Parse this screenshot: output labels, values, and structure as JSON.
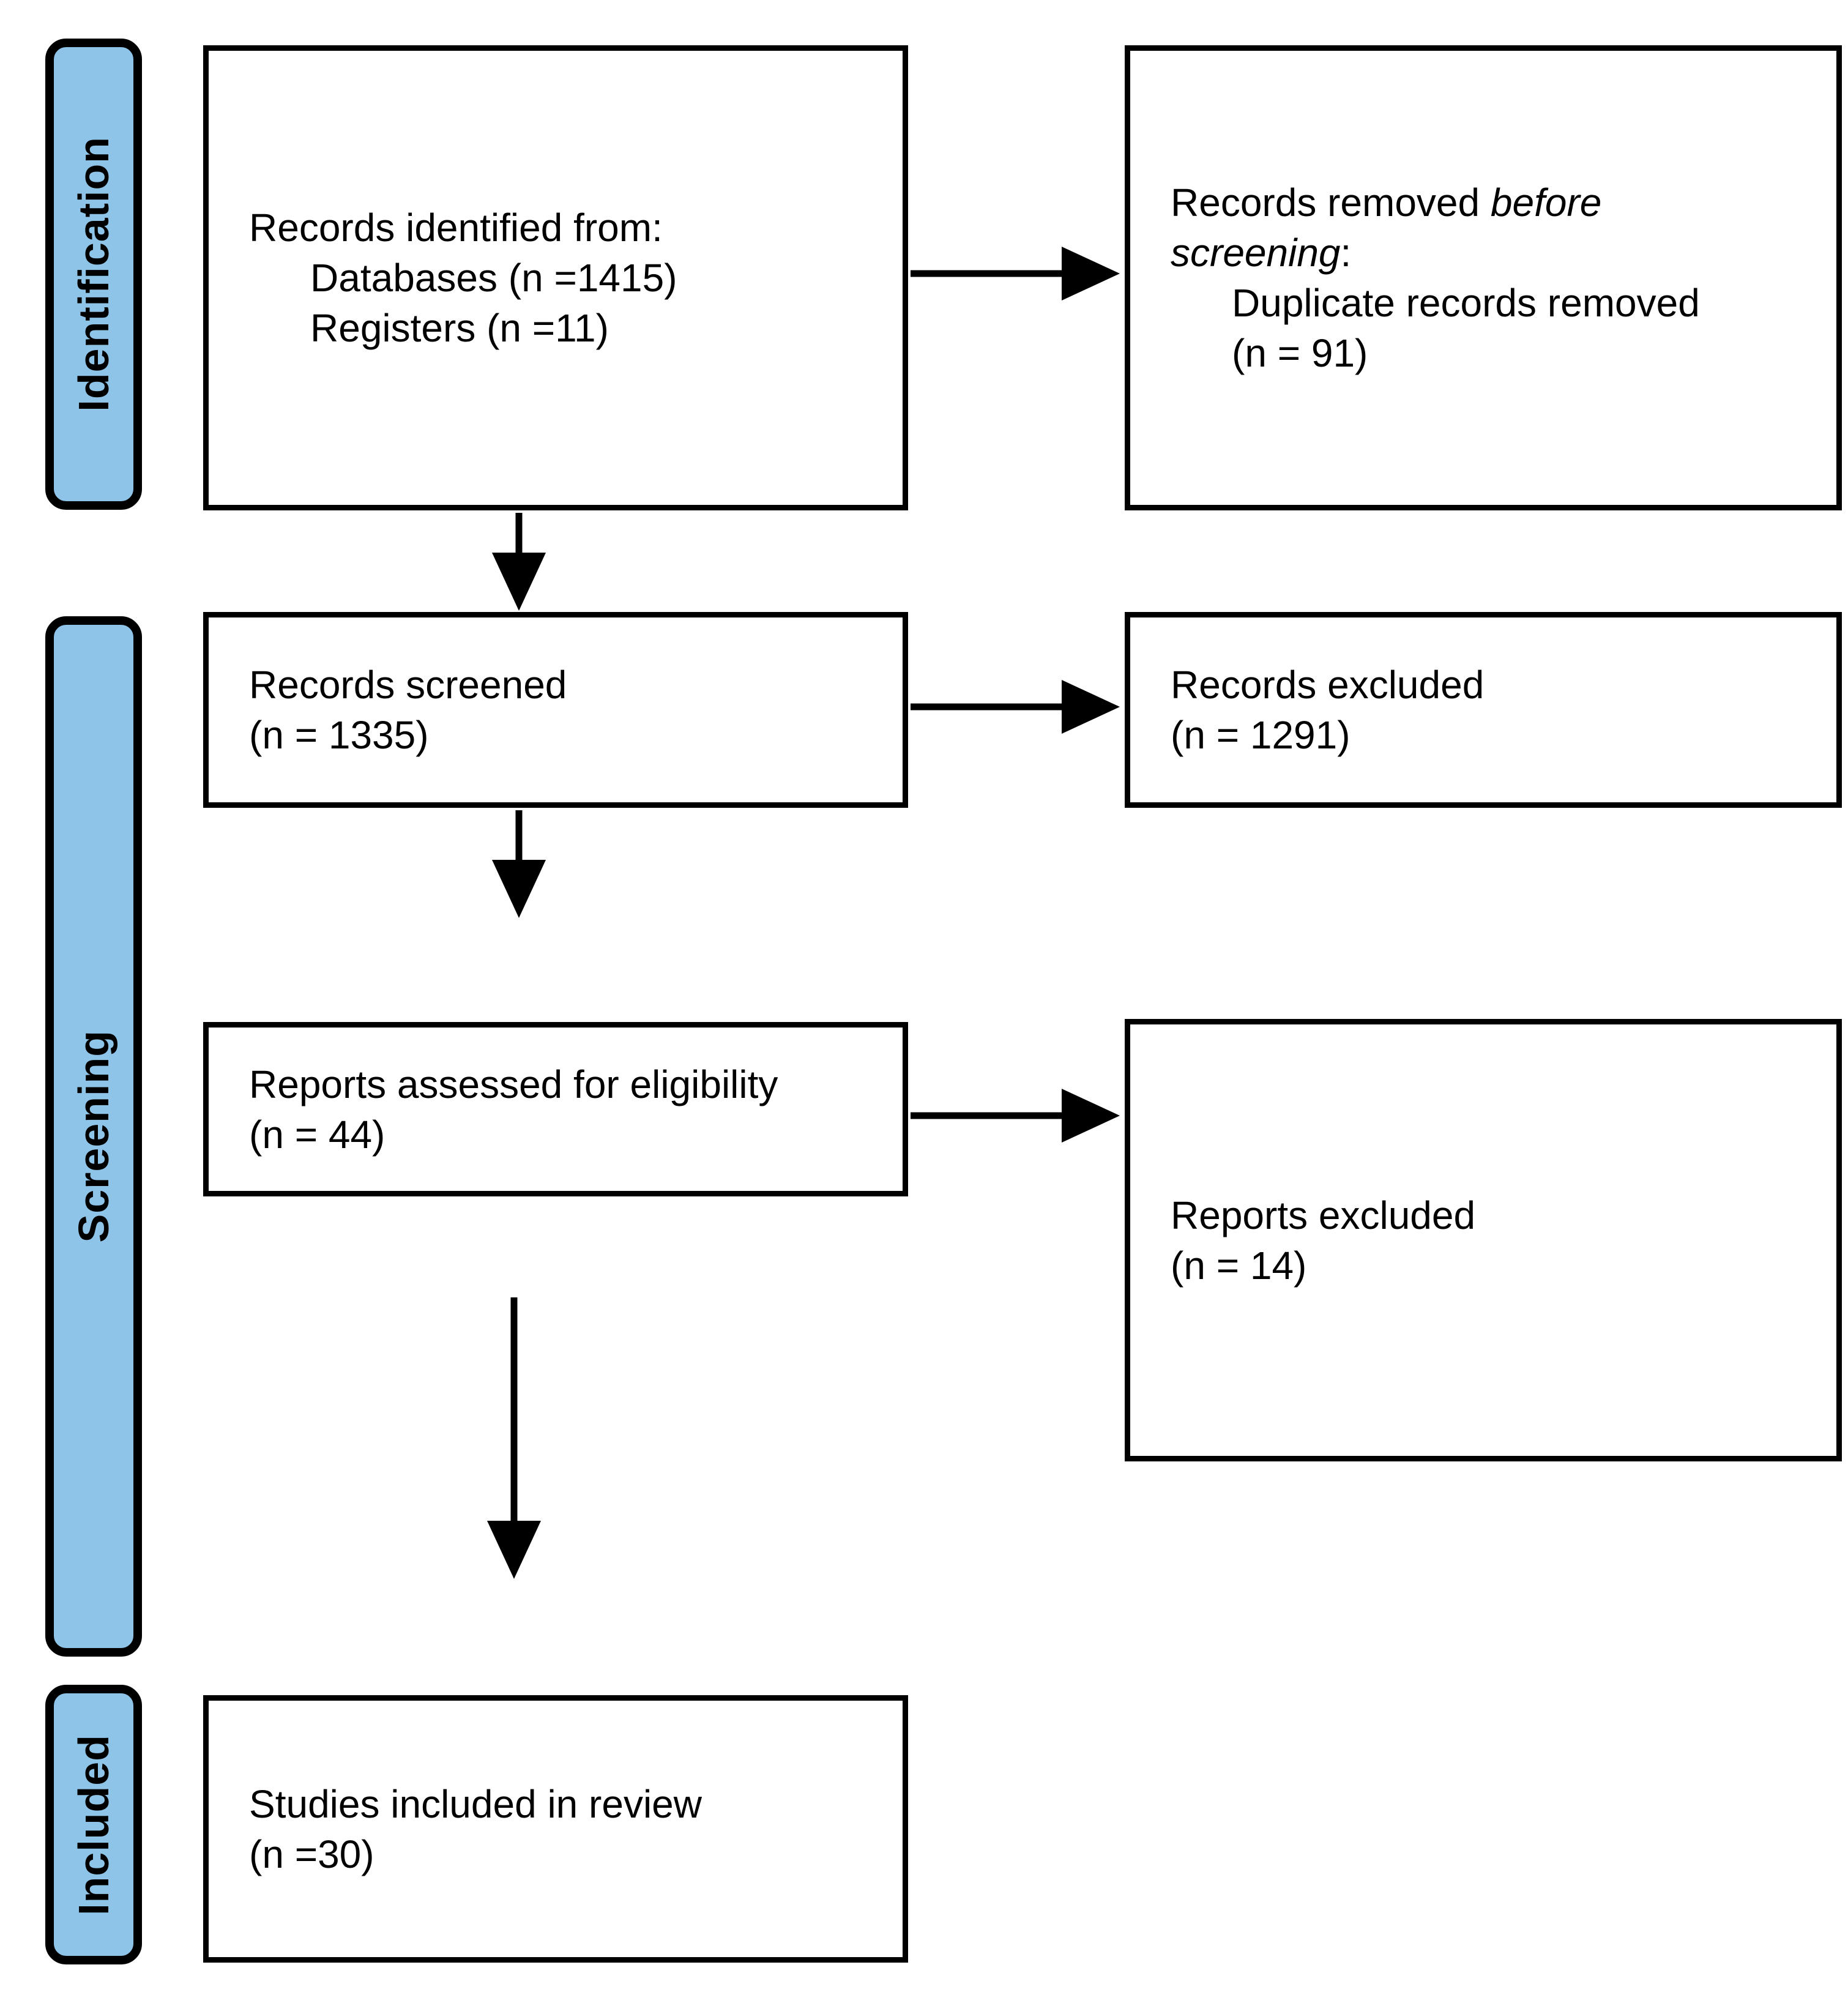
{
  "stages": {
    "identification": "Identification",
    "screening": "Screening",
    "included": "Included"
  },
  "boxes": {
    "records_identified": {
      "line1": "Records identified from:",
      "line2": "Databases (n =1415)",
      "line3": "Registers (n =11)"
    },
    "records_removed": {
      "line1_regular": "Records removed ",
      "line1_italic": "before",
      "line2_italic": "screening",
      "line2_regular": ":",
      "line3": "Duplicate records removed",
      "line4": "(n = 91)"
    },
    "records_screened": {
      "line1": "Records screened",
      "line2": "(n = 1335)"
    },
    "records_excluded": {
      "line1": "Records excluded",
      "line2": "(n = 1291)"
    },
    "reports_assessed": {
      "line1": "Reports assessed for eligibility",
      "line2": "(n = 44)"
    },
    "reports_excluded": {
      "line1": "Reports excluded",
      "line2": "(n = 14)"
    },
    "studies_included": {
      "line1": "Studies included in review",
      "line2": "(n =30)"
    }
  },
  "colors": {
    "stage_fill": "#8FC4E9",
    "ink": "#000000",
    "box_fill": "#FFFFFF"
  }
}
